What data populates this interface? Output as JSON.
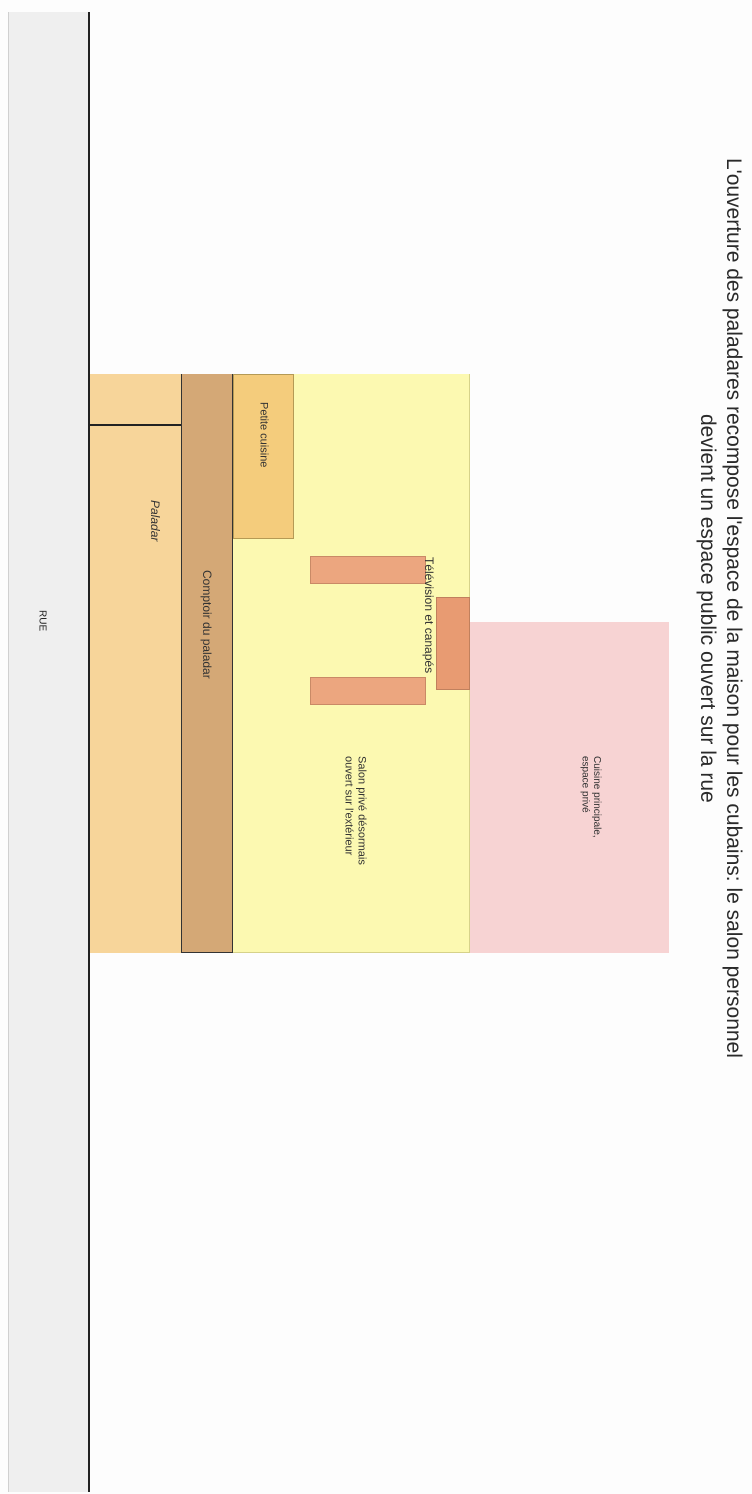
{
  "title": "L'ouverture des paladares recompose l'espace de la maison pour les cubains: le salon personnel devient un espace public ouvert sur la rue",
  "labels": {
    "rue": "RUE",
    "paladar": "Paladar",
    "comptoir": "Comptoir du paladar",
    "petite_cuisine": "Petite cuisine",
    "television": "Télévision et canapés",
    "salon": "Salon privé désormais\nouvert sur l'extérieur",
    "cuisine_principale": "Cuisine principale,\nespace privé"
  },
  "colors": {
    "street": "#efefef",
    "paladar": "#f7d59a",
    "comptoir": "#d4a876",
    "salon": "#fcf9b1",
    "petite_cuisine": "#f4cc7c",
    "furniture": "#eca67f",
    "cuisine_principale": "#f7d3d3"
  }
}
